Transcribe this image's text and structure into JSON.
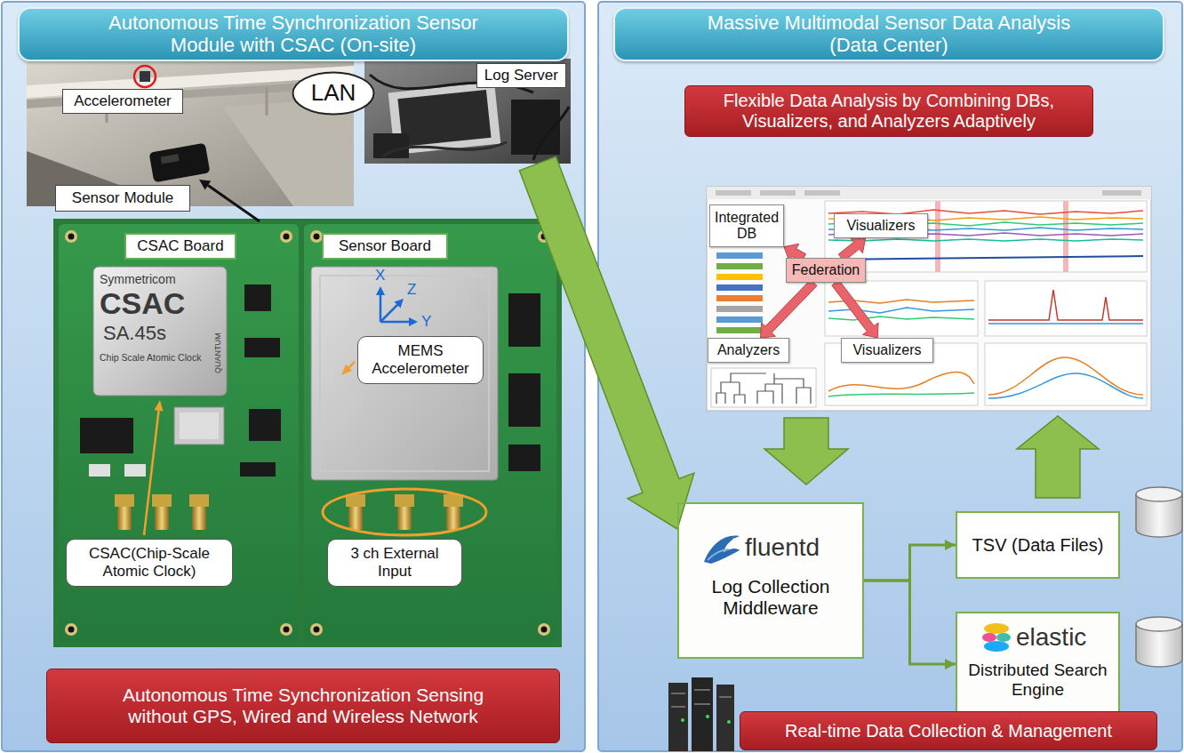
{
  "diagram": {
    "nodes": [
      {
        "text": [
          "Autonomous Time Synchronization Sensor Module with CSAC (On-site)"
        ]
      },
      {
        "text": [
          "Accelerometer"
        ],
        "in": 0
      },
      {
        "text": [
          "LAN"
        ],
        "in": 0
      },
      {
        "text": [
          "Log Server"
        ],
        "in": 0
      },
      {
        "text": [
          "Sensor Module"
        ],
        "in": 0
      },
      {
        "text": [
          "CSAC Board"
        ],
        "in": 0
      },
      {
        "text": [
          "Sensor Board"
        ],
        "in": 0
      },
      {
        "text": [
          "MEMS Accelerometer"
        ],
        "in": 0
      },
      {
        "text": [
          "CSAC(Chip-Scale Atomic Clock)"
        ],
        "in": 0
      },
      {
        "text": [
          "3 ch External Input"
        ],
        "in": 0
      },
      {
        "text": [
          "Autonomous Time Synchronization Sensing without GPS, Wired and Wireless Network"
        ],
        "in": 0
      },
      {
        "text": [
          "Massive Multimodal Sensor Data Analysis (Data Center)"
        ]
      },
      {
        "text": [
          "Flexible Data Analysis by Combining DBs, Visualizers, and Analyzers Adaptively"
        ],
        "in": 11
      },
      {
        "text": [
          "Integrated DB"
        ],
        "in": 11
      },
      {
        "text": [
          "Visualizers"
        ],
        "in": 11
      },
      {
        "text": [
          "Federation"
        ],
        "in": 11
      },
      {
        "text": [
          "Analyzers"
        ],
        "in": 11
      },
      {
        "text": [
          "Visualizers"
        ],
        "in": 11
      },
      {
        "text": [
          "fluentd",
          "Log Collection Middleware"
        ],
        "in": 11
      },
      {
        "text": [
          "TSV (Data Files)"
        ],
        "in": 11
      },
      {
        "text": [
          "elastic",
          "Distributed Search Engine"
        ],
        "in": 11
      },
      {
        "text": [
          "Real-time Data Collection & Management"
        ],
        "in": 11
      }
    ],
    "edges": [
      {
        "from": 3,
        "to": 18,
        "arrow": "to"
      },
      {
        "from": 15,
        "to": 13,
        "arrow": "to"
      },
      {
        "from": 15,
        "to": 14,
        "arrow": "to"
      },
      {
        "from": 15,
        "to": 16,
        "arrow": "to"
      },
      {
        "from": 15,
        "to": 17,
        "arrow": "to"
      },
      {
        "from": 18,
        "to": 19,
        "arrow": "to"
      },
      {
        "from": 18,
        "to": 20,
        "arrow": "to"
      }
    ],
    "labels": [
      "Symmetricom",
      "CSAC",
      "SA.45s",
      "Chip Scale Atomic Clock",
      "QUANTUM",
      "X",
      "Z",
      "Y"
    ]
  }
}
